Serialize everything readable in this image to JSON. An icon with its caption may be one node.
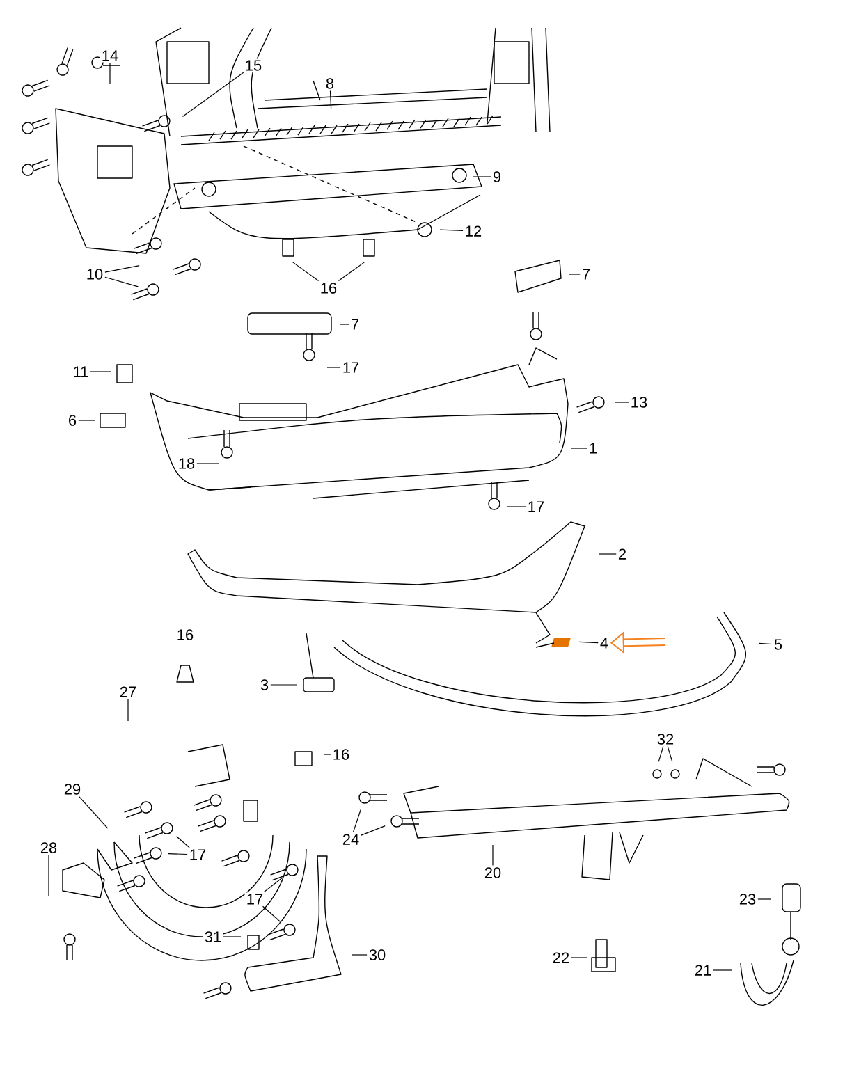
{
  "diagram": {
    "nodes": [
      {
        "text": [
          "14"
        ]
      },
      {
        "text": [
          "15"
        ]
      },
      {
        "text": [
          "8"
        ]
      },
      {
        "text": [
          "9"
        ]
      },
      {
        "text": [
          "12"
        ]
      },
      {
        "text": [
          "10"
        ]
      },
      {
        "text": [
          "16"
        ]
      },
      {
        "text": [
          "7"
        ]
      },
      {
        "text": [
          "7"
        ]
      },
      {
        "text": [
          "11"
        ]
      },
      {
        "text": [
          "17"
        ]
      },
      {
        "text": [
          "13"
        ]
      },
      {
        "text": [
          "6"
        ]
      },
      {
        "text": [
          "18"
        ]
      },
      {
        "text": [
          "1"
        ]
      },
      {
        "text": [
          "17"
        ]
      },
      {
        "text": [
          "2"
        ]
      },
      {
        "text": [
          "4"
        ]
      },
      {
        "text": [
          "5"
        ]
      },
      {
        "text": [
          "16"
        ]
      },
      {
        "text": [
          "3"
        ]
      },
      {
        "text": [
          "27"
        ]
      },
      {
        "text": [
          "16"
        ]
      },
      {
        "text": [
          "32"
        ]
      },
      {
        "text": [
          "29"
        ]
      },
      {
        "text": [
          "17"
        ]
      },
      {
        "text": [
          "24"
        ]
      },
      {
        "text": [
          "20"
        ]
      },
      {
        "text": [
          "28"
        ]
      },
      {
        "text": [
          "17"
        ]
      },
      {
        "text": [
          "31"
        ]
      },
      {
        "text": [
          "30"
        ]
      },
      {
        "text": [
          "23"
        ]
      },
      {
        "text": [
          "22"
        ]
      },
      {
        "text": [
          "21"
        ]
      }
    ],
    "edges": [
      {
        "from": 0,
        "to": null,
        "arrow": "none"
      },
      {
        "from": 1,
        "to": null,
        "arrow": "none"
      },
      {
        "from": 2,
        "to": null,
        "arrow": "none"
      },
      {
        "from": 3,
        "to": null,
        "arrow": "none"
      },
      {
        "from": 4,
        "to": null,
        "arrow": "none"
      },
      {
        "from": 5,
        "to": null,
        "arrow": "none"
      },
      {
        "from": 5,
        "to": null,
        "arrow": "none"
      },
      {
        "from": 6,
        "to": null,
        "arrow": "none"
      },
      {
        "from": 6,
        "to": null,
        "arrow": "none"
      },
      {
        "from": 7,
        "to": null,
        "arrow": "none"
      },
      {
        "from": 8,
        "to": null,
        "arrow": "none"
      },
      {
        "from": 9,
        "to": null,
        "arrow": "none"
      },
      {
        "from": 10,
        "to": null,
        "arrow": "none"
      },
      {
        "from": 11,
        "to": null,
        "arrow": "none"
      },
      {
        "from": 12,
        "to": null,
        "arrow": "none"
      },
      {
        "from": 13,
        "to": null,
        "arrow": "none"
      },
      {
        "from": 14,
        "to": null,
        "arrow": "none"
      },
      {
        "from": 15,
        "to": null,
        "arrow": "none"
      },
      {
        "from": 16,
        "to": null,
        "arrow": "none"
      },
      {
        "from": 17,
        "to": null,
        "arrow": "none"
      },
      {
        "from": 18,
        "to": null,
        "arrow": "none"
      },
      {
        "from": 20,
        "to": null,
        "arrow": "none"
      },
      {
        "from": 21,
        "to": null,
        "arrow": "none"
      },
      {
        "from": 22,
        "to": null,
        "arrow": "none"
      },
      {
        "from": 23,
        "to": null,
        "arrow": "none"
      },
      {
        "from": 23,
        "to": null,
        "arrow": "none"
      },
      {
        "from": 24,
        "to": null,
        "arrow": "none"
      },
      {
        "from": 25,
        "to": null,
        "arrow": "none"
      },
      {
        "from": 25,
        "to": null,
        "arrow": "none"
      },
      {
        "from": 26,
        "to": null,
        "arrow": "none"
      },
      {
        "from": 26,
        "to": null,
        "arrow": "none"
      },
      {
        "from": 27,
        "to": null,
        "arrow": "none"
      },
      {
        "from": 28,
        "to": null,
        "arrow": "none"
      },
      {
        "from": 29,
        "to": null,
        "arrow": "none"
      },
      {
        "from": 29,
        "to": null,
        "arrow": "none"
      },
      {
        "from": 30,
        "to": null,
        "arrow": "none"
      },
      {
        "from": 31,
        "to": null,
        "arrow": "none"
      },
      {
        "from": 32,
        "to": null,
        "arrow": "none"
      },
      {
        "from": 33,
        "to": null,
        "arrow": "none"
      },
      {
        "from": 34,
        "to": null,
        "arrow": "none"
      },
      {
        "from": null,
        "to": 17,
        "arrow": "to",
        "style": "thick",
        "color": "#f58220"
      }
    ]
  }
}
